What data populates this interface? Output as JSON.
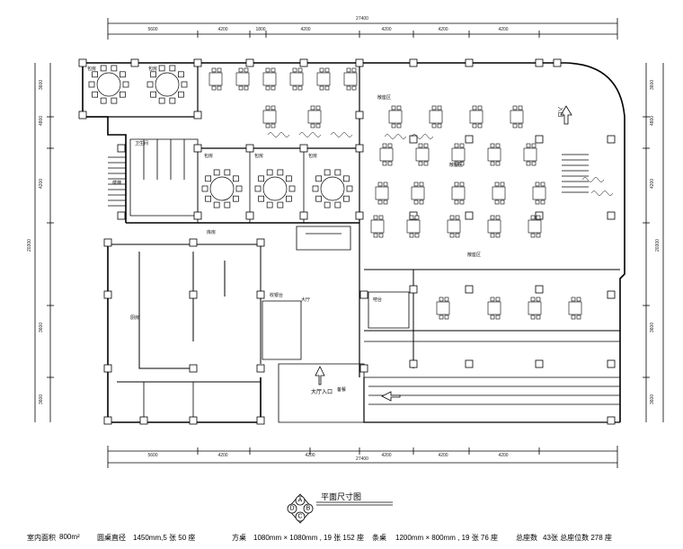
{
  "drawing": {
    "title": "平面尺寸图",
    "index_keys": [
      "A",
      "B",
      "C",
      "D"
    ],
    "entrance_label": "大厅入口",
    "side_label": "入口",
    "overall_dimension_top": "27400",
    "overall_dimension_bottom": "27400",
    "overall_dimension_left": "20300",
    "overall_dimension_right": "20300",
    "top_dimensions": [
      "5600",
      "4200",
      "1800",
      "4200",
      "4200",
      "4200",
      "4200"
    ],
    "bottom_dimensions": [
      "5600",
      "4200",
      "4200",
      "4200",
      "4200",
      "4200"
    ],
    "left_dimensions": [
      "3600",
      "4800",
      "4200",
      "3600",
      "3600"
    ],
    "right_dimensions": [
      "3600",
      "4800",
      "4200",
      "3600",
      "3600"
    ],
    "room_labels": [
      "包房",
      "包房",
      "包房",
      "包房",
      "包房",
      "厨房",
      "库房",
      "卫生间",
      "收银台",
      "大厅",
      "散座区",
      "散座区",
      "散座区",
      "吧台",
      "备餐",
      "楼梯"
    ]
  },
  "stats": [
    {
      "label": "室内面积",
      "value": "800m²"
    },
    {
      "label": "圆桌直径",
      "value": "1450mm,5 张  50 座"
    },
    {
      "label": "方桌",
      "value": "1080mm × 1080mm , 19 张  152 座"
    },
    {
      "label": "条桌",
      "value": "1200mm × 800mm , 19 张  76 座"
    },
    {
      "label": "总座数",
      "value": "43张 总座位数  278 座"
    }
  ]
}
